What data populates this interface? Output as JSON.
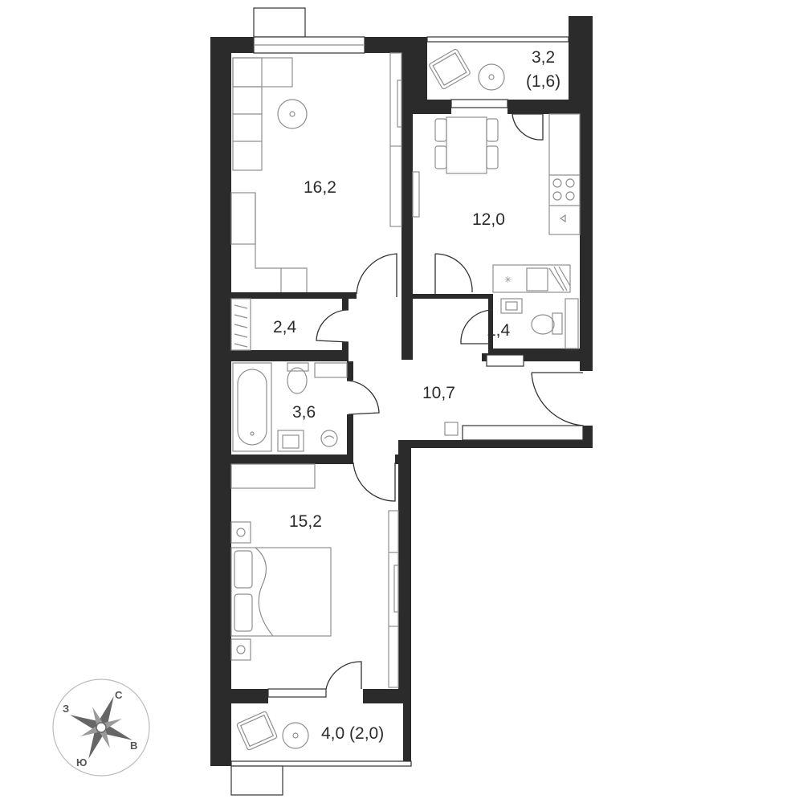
{
  "rooms": {
    "living_room": "16,2",
    "kitchen": "12,0",
    "balcony_top": "3,2",
    "balcony_top_sub": "(1,6)",
    "closet": "2,4",
    "toilet": "1,4",
    "bathroom": "3,6",
    "hallway": "10,7",
    "bedroom": "15,2",
    "balcony_bottom": "4,0 (2,0)"
  },
  "compass": {
    "north": "С",
    "east": "В",
    "south": "Ю",
    "west": "З"
  },
  "colors": {
    "wall": "#2b2b2b",
    "furniture_stroke": "#8f8f8f",
    "text": "#2b2b2b"
  }
}
